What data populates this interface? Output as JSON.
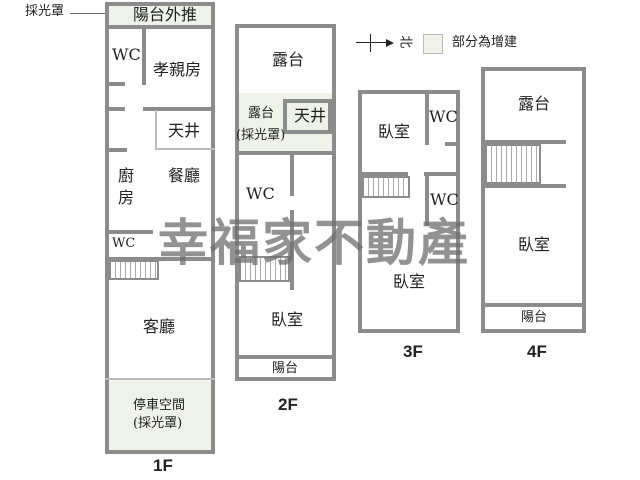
{
  "legend": {
    "north_label": "北",
    "extension_label": "部分為增建",
    "extension_color": "#eef2e8"
  },
  "callout": "採光罩",
  "floor1": {
    "label": "1F",
    "rooms": {
      "balcony": "陽台外推",
      "wc1": "WC",
      "elder_room": "孝親房",
      "light_well": "天井",
      "kitchen": "廚房",
      "dining": "餐廳",
      "wc2": "WC",
      "living": "客廳",
      "parking": "停車空間",
      "parking_sub": "(採光罩)"
    }
  },
  "floor2": {
    "label": "2F",
    "rooms": {
      "terrace": "露台",
      "terrace2": "露台",
      "terrace2_sub": "(採光罩)",
      "light_well": "天井",
      "wc": "WC",
      "bedroom": "臥室",
      "balcony": "陽台"
    }
  },
  "floor3": {
    "label": "3F",
    "rooms": {
      "bedroom1": "臥室",
      "wc1": "WC",
      "wc2": "WC",
      "bedroom2": "臥室"
    }
  },
  "floor4": {
    "label": "4F",
    "rooms": {
      "terrace": "露台",
      "bedroom": "臥室",
      "balcony": "陽台"
    }
  },
  "watermark": "幸福家不動產"
}
